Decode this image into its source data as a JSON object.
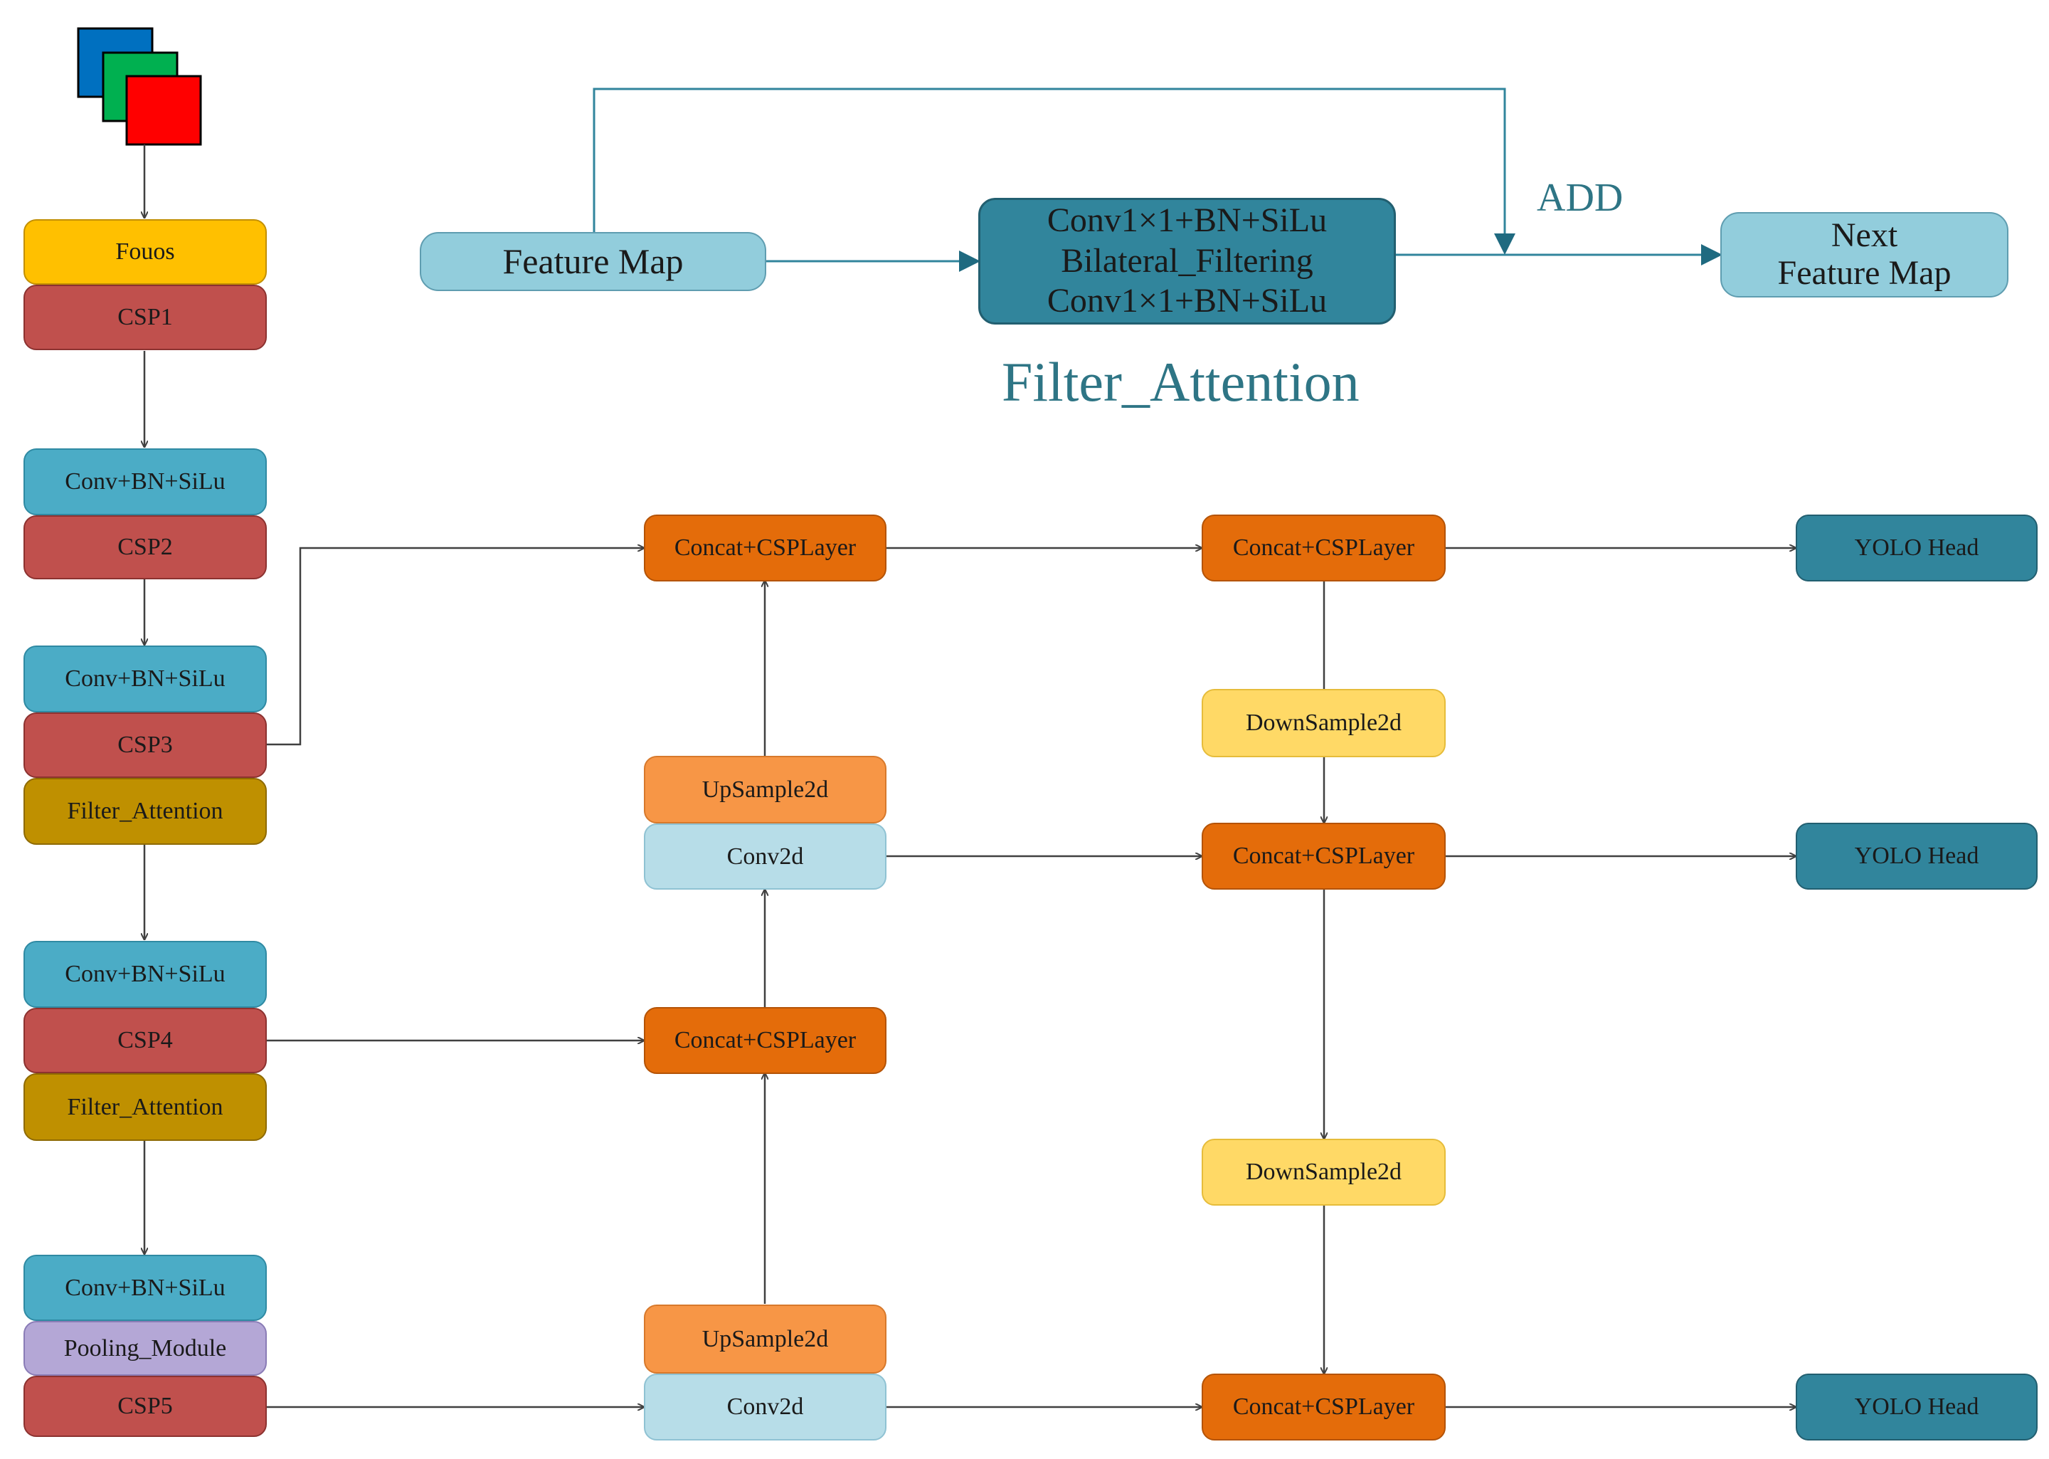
{
  "colors": {
    "line": "#404040",
    "line_top": "#31859c",
    "title_color": "#2e7585"
  },
  "input_icon": {
    "layers": [
      "#0070c0",
      "#00b050",
      "#ff0000"
    ]
  },
  "backbone": {
    "focus": "Fouos",
    "csp1": "CSP1",
    "conv1": "Conv+BN+SiLu",
    "csp2": "CSP2",
    "conv2": "Conv+BN+SiLu",
    "csp3": "CSP3",
    "filter1": "Filter_Attention",
    "conv3": "Conv+BN+SiLu",
    "csp4": "CSP4",
    "filter2": "Filter_Attention",
    "conv4": "Conv+BN+SiLu",
    "pool": "Pooling_Module",
    "csp5": "CSP5"
  },
  "neck": {
    "concat1": "Concat+CSPLayer",
    "upsample1": "UpSample2d",
    "conv2d1": "Conv2d",
    "concat2": "Concat+CSPLayer",
    "upsample2": "UpSample2d",
    "conv2d2": "Conv2d"
  },
  "pan": {
    "concat1": "Concat+CSPLayer",
    "down1": "DownSample2d",
    "concat2": "Concat+CSPLayer",
    "down2": "DownSample2d",
    "concat3": "Concat+CSPLayer"
  },
  "heads": [
    "YOLO Head",
    "YOLO Head",
    "YOLO Head"
  ],
  "filter_attention": {
    "input": "Feature Map",
    "module_lines": [
      "Conv1×1+BN+SiLu",
      "Bilateral_Filtering",
      "Conv1×1+BN+SiLu"
    ],
    "add_label": "ADD",
    "output_lines": [
      "Next",
      "Feature Map"
    ],
    "title": "Filter_Attention"
  }
}
